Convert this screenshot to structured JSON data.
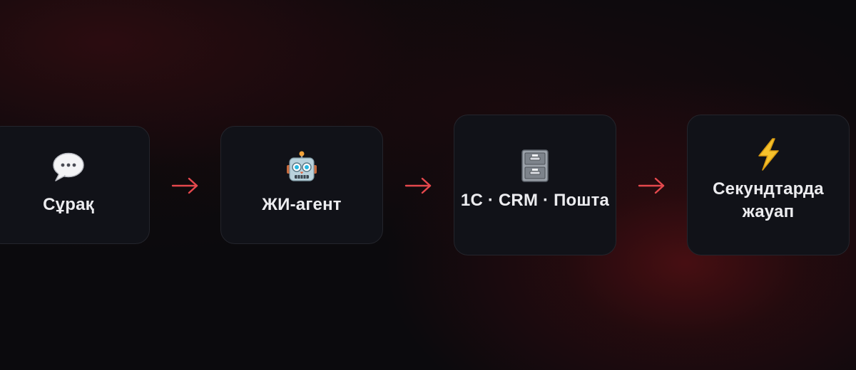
{
  "steps": [
    {
      "label": "Сұрақ",
      "icon": "speech-bubble-icon"
    },
    {
      "label": "ЖИ-агент",
      "icon": "robot-icon"
    },
    {
      "label": "1С · CRM · Пошта",
      "icon": "file-cabinet-icon"
    },
    {
      "label": "Секундтарда жауап",
      "icon": "lightning-icon"
    }
  ],
  "colors": {
    "arrow": "#e5484d",
    "card_background": "#111218",
    "card_border": "#24252c",
    "text": "#ececef"
  }
}
